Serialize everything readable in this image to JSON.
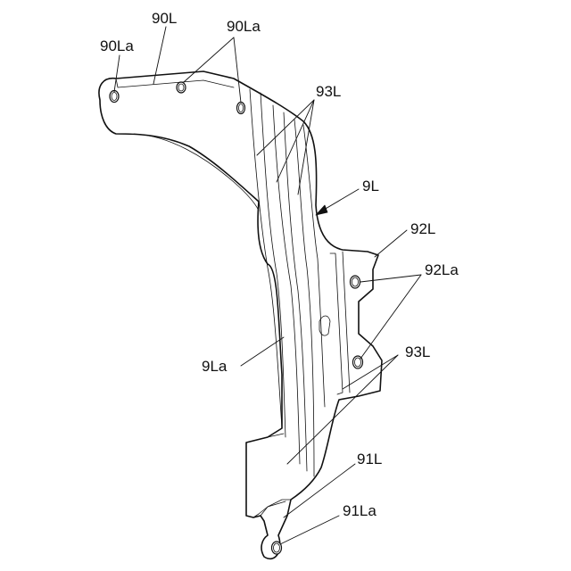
{
  "labels": {
    "part_90L": "90L",
    "hole_90La_left": "90La",
    "hole_90La_right": "90La",
    "groove_93L_upper": "93L",
    "bracket_9L": "9L",
    "flange_92L": "92L",
    "hole_92La": "92La",
    "groove_93L_lower": "93L",
    "face_9La": "9La",
    "tab_91L": "91L",
    "hole_91La": "91La"
  },
  "colors": {
    "line": "#111111",
    "background": "#ffffff"
  }
}
